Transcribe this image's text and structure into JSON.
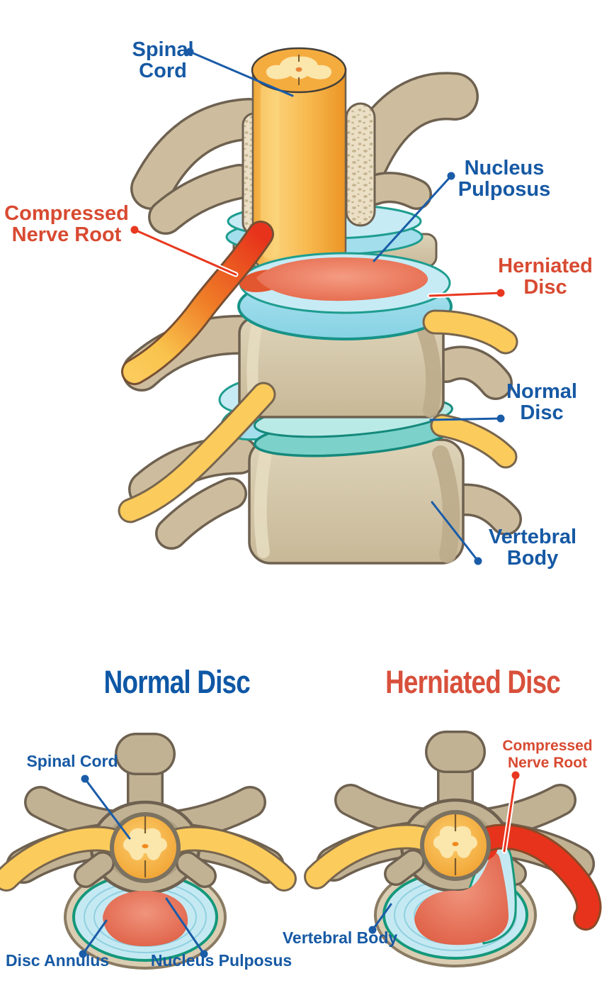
{
  "diagram_subject": "Herniated disc spine anatomy",
  "colors": {
    "label_blue": "#1659A4",
    "label_red": "#D84A31",
    "heading_blue": "#0E57A5",
    "heading_red": "#D8503C",
    "leader_blue": "#1A5CA8",
    "leader_red": "#E8381F",
    "bone_tan": "#CDBD9E",
    "bone_outline": "#6E6150",
    "disc_light_blue": "#C6EBF5",
    "disc_teal_ring": "#1E9D8F",
    "normal_disc_teal": "#7CD2CB",
    "nucleus_salmon": "#E8775C",
    "spinal_cord_orange": "#F5AC3E",
    "nerve_yellow": "#FBCB5C",
    "compressed_nerve_red": "#E7331B"
  },
  "spine_diagram": {
    "labels": {
      "spinal_cord": {
        "line1": "Spinal",
        "line2": "Cord"
      },
      "nucleus_pulposus": {
        "line1": "Nucleus",
        "line2": "Pulposus"
      },
      "compressed_nerve_root": {
        "line1": "Compressed",
        "line2": "Nerve Root"
      },
      "herniated_disc": {
        "line1": "Herniated",
        "line2": "Disc"
      },
      "normal_disc": {
        "line1": "Normal",
        "line2": "Disc"
      },
      "vertebral_body": {
        "line1": "Vertebral",
        "line2": "Body"
      }
    }
  },
  "cross_sections": {
    "normal": {
      "heading": "Normal Disc",
      "labels": {
        "spinal_cord": "Spinal Cord",
        "disc_annulus": "Disc Annulus",
        "nucleus_pulposus": "Nucleus Pulposus"
      }
    },
    "herniated": {
      "heading": "Herniated Disc",
      "labels": {
        "compressed_nerve_root": {
          "line1": "Compressed",
          "line2": "Nerve Root"
        },
        "vertebral_body": "Vertebral Body"
      }
    }
  }
}
